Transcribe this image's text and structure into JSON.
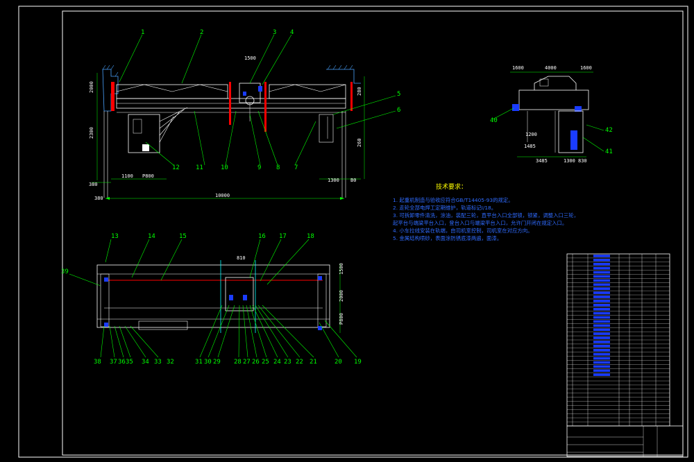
{
  "drawing": {
    "colors": {
      "background": "#000000",
      "frame": "#ffffff",
      "part_lines": "#ffffff",
      "callout_leaders": "#00ff00",
      "dimension_lines": "#00ff00",
      "rails": "#ff0000",
      "hatching": "#4aa3ff",
      "motors": "#1a3cff",
      "notes": "#2f6bff",
      "title_text": "#ffff00"
    },
    "front_view": {
      "callouts_top": [
        "1",
        "2",
        "3",
        "4"
      ],
      "callouts_right": [
        "5",
        "6"
      ],
      "callouts_bottom": [
        "12",
        "11",
        "10",
        "9",
        "8",
        "7"
      ],
      "dims": {
        "top_1": "1500",
        "left_1": "2000",
        "left_2": "2300",
        "left_3": "380",
        "left_4": "380",
        "bottom_1": "1100",
        "bottom_2": "P800",
        "span": "10000",
        "right_1": "260",
        "right_2": "280",
        "right_3": "1300",
        "right_4": "B0"
      }
    },
    "side_view": {
      "dims": {
        "top_1": "1600",
        "top_2": "4000",
        "top_3": "1600",
        "mid_1": "1200",
        "mid_2": "1485",
        "bot_1": "3485",
        "bot_2": "1300",
        "bot_3": "830"
      },
      "callouts": [
        "40",
        "42",
        "41"
      ]
    },
    "plan_view": {
      "callouts_top": [
        "13",
        "14",
        "15",
        "16",
        "17",
        "18"
      ],
      "callouts_left": [
        "39"
      ],
      "callouts_bottom": [
        "38",
        "37",
        "36",
        "35",
        "34",
        "33",
        "32",
        "31",
        "30",
        "29",
        "28",
        "27",
        "26",
        "25",
        "24",
        "23",
        "22",
        "21",
        "20",
        "19"
      ],
      "dims": {
        "top_1": "810",
        "right_1": "1500",
        "right_2": "2000",
        "right_3": "P800"
      }
    },
    "technical_requirements": {
      "title": "技术要求：",
      "items": [
        "1. 起重机制造与验收应符合GB/T14405-93的规定。",
        "2. 走轮全部电焊工定期维护，轨道标记I/18。",
        "3. 可拆卸零件清洗，涂油，装配三轮，直平台入口全部锁，锁紧，调整入口三轮，",
        "   起平台与端梁平台入口，登台入口与端梁平台入口，允许门开闭在规定入口。",
        "4. 小车拉线安装在轨端，由司机室控制，司机室在对应方向。",
        "5. 金属结构喷砂，表面涂防锈底漆两遍，面漆。"
      ]
    }
  }
}
